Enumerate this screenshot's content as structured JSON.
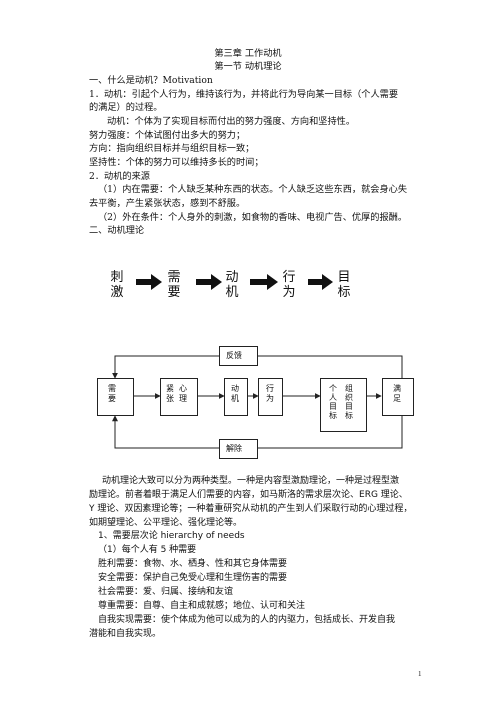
{
  "chapter": {
    "title": "第三章 工作动机",
    "section": "第一节 动机理论"
  },
  "part1": {
    "heading": "一、什么是动机？Motivation",
    "def_line1": "1．动机：引起个人行为，维持该行为，并将此行为导向某一目标（个人需要",
    "def_line2": "的满足）的过程。",
    "def2": "动机：个体为了实现目标而付出的努力强度、方向和坚持性。",
    "strength": "努力强度：个体试图付出多大的努力；",
    "direction": "方向：指向组织目标并与组织目标一致；",
    "persistence": "坚持性：个体的努力可以维持多长的时间；",
    "source_heading": "2．动机的来源",
    "internal_line1": "（1）内在需要：个人缺乏某种东西的状态。个人缺乏这些东西，就会身心失",
    "internal_line2": "去平衡，产生紧张状态，感到不舒服。",
    "external": "（2）外在条件：个人身外的刺激，如食物的香味、电视广告、优厚的报酬。"
  },
  "part2": {
    "heading": "二、动机理论"
  },
  "flow1": {
    "words": [
      [
        "刺",
        "激"
      ],
      [
        "需",
        "要"
      ],
      [
        "动",
        "机"
      ],
      [
        "行",
        "为"
      ],
      [
        "目",
        "标"
      ]
    ]
  },
  "flow2": {
    "feedback": "反馈",
    "release": "解除",
    "need": "需要",
    "tension": [
      "紧",
      "张",
      "心",
      "理"
    ],
    "motive": [
      "动",
      "机"
    ],
    "behavior": [
      "行",
      "为"
    ],
    "goal_col1": [
      "个",
      "人",
      "目",
      "标"
    ],
    "goal_col2": [
      "组",
      "织",
      "目",
      "标"
    ],
    "satisfy": [
      "满",
      "足"
    ]
  },
  "body": {
    "p1_line1": "动机理论大致可以分为两种类型。一种是内容型激励理论，一种是过程型激",
    "p1_line2": "励理论。前者着眼于满足人们需要的内容，如马斯洛的需求层次论、ERG 理论、",
    "p1_line3": "Y 理论、双因素理论等；一种着重研究从动机的产生到人们采取行动的心理过程，",
    "p1_line4": "如期望理论、公平理论、强化理论等。",
    "h1": "1、需要层次论 hierarchy of needs",
    "h1_sub": "（1）每个人有 5 种需要",
    "n1": "胜利需要：食物、水、栖身、性和其它身体需要",
    "n2": "安全需要：保护自己免受心理和生理伤害的需要",
    "n3": "社会需要：爱、归属、接纳和友谊",
    "n4": "尊重需要：自尊、自主和成就感；地位、认可和关注",
    "n5_line1": "自我实现需要：使个体成为他可以成为的人的内驱力，包括成长、开发自我",
    "n5_line2": "潜能和自我实现。"
  },
  "page_number": "1"
}
